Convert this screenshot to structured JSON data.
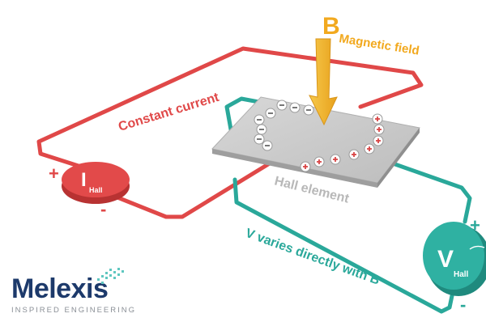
{
  "labels": {
    "b": "B",
    "magnetic_field": "Magnetic field",
    "constant_current": "Constant current",
    "hall_element": "Hall element",
    "v_varies": "V varies directly with B",
    "i_symbol": "I",
    "i_sub": "Hall",
    "v_symbol": "V",
    "v_sub": "Hall",
    "plus": "+",
    "minus": "-"
  },
  "logo": {
    "name": "Melexis",
    "tagline": "INSPIRED ENGINEERING"
  },
  "colors": {
    "current_wire": "#e04848",
    "voltage_wire": "#2aa89a",
    "field_arrow": "#f2b22a",
    "plate": "#c9c9c9",
    "logo": "#1d3a6b"
  }
}
